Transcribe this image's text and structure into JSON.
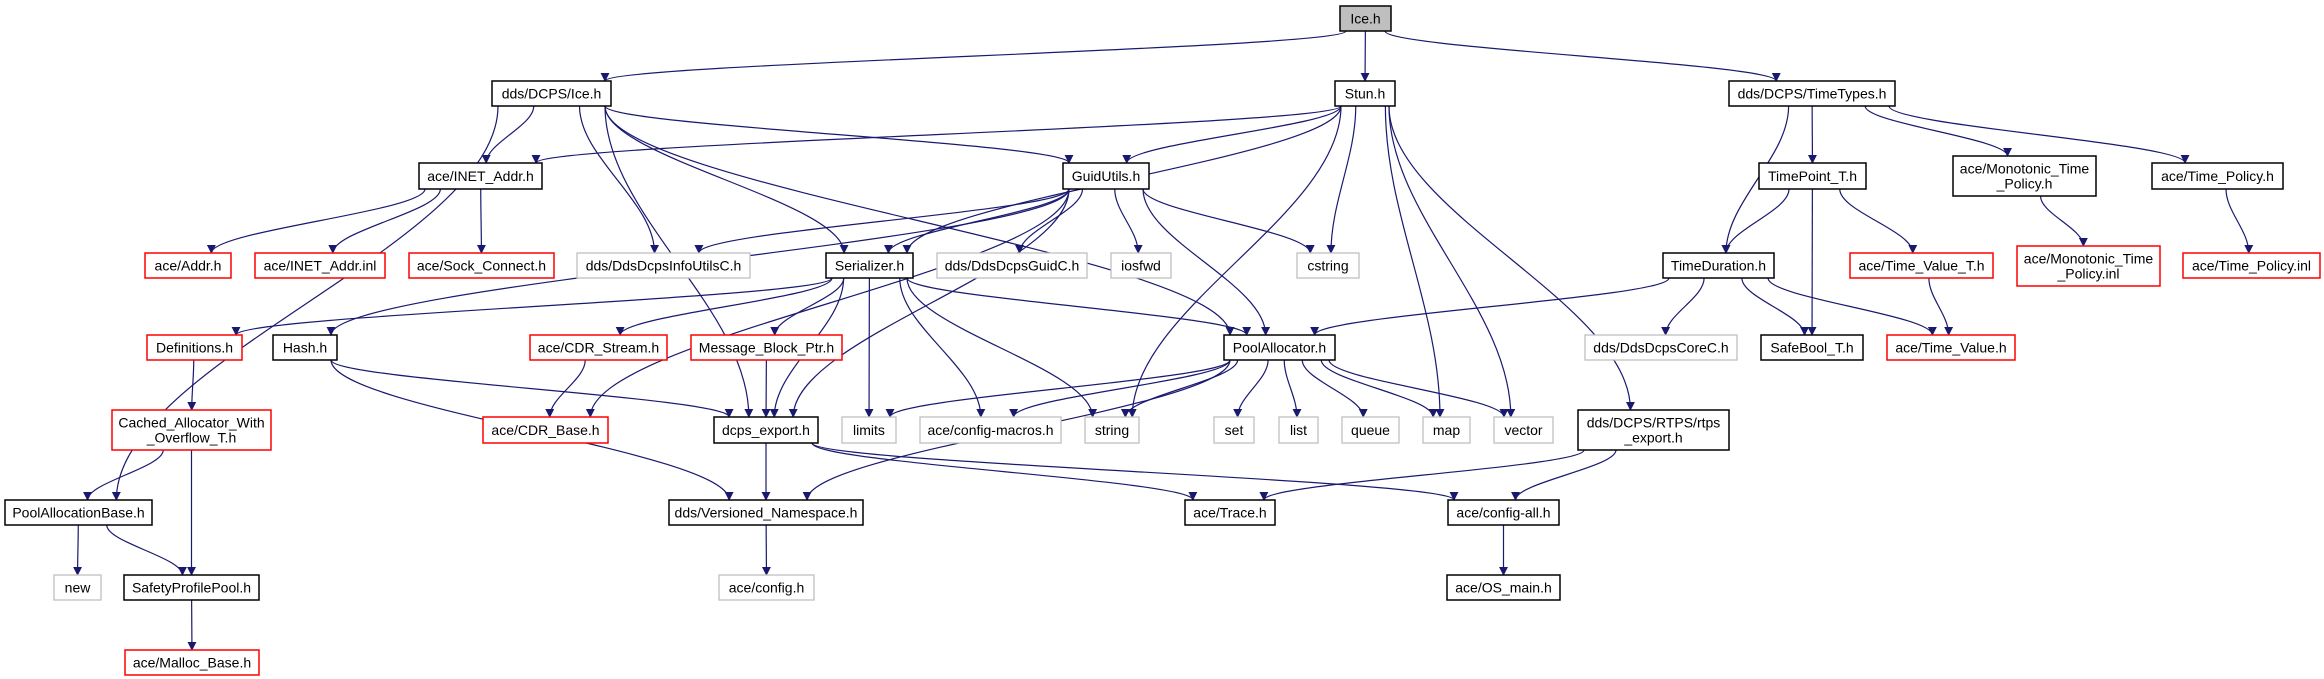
{
  "graph": {
    "colors": {
      "edge": "#191970",
      "documented_border": "#000000",
      "undocumented_border": "#ff0000",
      "external_border": "#bfbfbf",
      "root_fill": "#bfbfbf"
    },
    "nodes": [
      {
        "label": "Ice.h",
        "kind": "root"
      },
      {
        "label": "dds/DCPS/Ice.h",
        "kind": "documented"
      },
      {
        "label": "Stun.h",
        "kind": "documented"
      },
      {
        "label": "dds/DCPS/TimeTypes.h",
        "kind": "documented"
      },
      {
        "label": "ace/INET_Addr.h",
        "kind": "documented"
      },
      {
        "label": "GuidUtils.h",
        "kind": "documented"
      },
      {
        "label": "TimePoint_T.h",
        "kind": "documented"
      },
      {
        "label": "ace/Monotonic_Time\n_Policy.h",
        "kind": "documented"
      },
      {
        "label": "ace/Time_Policy.h",
        "kind": "documented"
      },
      {
        "label": "ace/Addr.h",
        "kind": "undocumented"
      },
      {
        "label": "ace/INET_Addr.inl",
        "kind": "undocumented"
      },
      {
        "label": "ace/Sock_Connect.h",
        "kind": "undocumented"
      },
      {
        "label": "dds/DdsDcpsInfoUtilsC.h",
        "kind": "external"
      },
      {
        "label": "Serializer.h",
        "kind": "documented"
      },
      {
        "label": "dds/DdsDcpsGuidC.h",
        "kind": "external"
      },
      {
        "label": "iosfwd",
        "kind": "external"
      },
      {
        "label": "cstring",
        "kind": "external"
      },
      {
        "label": "TimeDuration.h",
        "kind": "documented"
      },
      {
        "label": "ace/Time_Value_T.h",
        "kind": "undocumented"
      },
      {
        "label": "ace/Monotonic_Time\n_Policy.inl",
        "kind": "undocumented"
      },
      {
        "label": "ace/Time_Policy.inl",
        "kind": "undocumented"
      },
      {
        "label": "Definitions.h",
        "kind": "undocumented"
      },
      {
        "label": "Hash.h",
        "kind": "documented"
      },
      {
        "label": "ace/CDR_Stream.h",
        "kind": "undocumented"
      },
      {
        "label": "Message_Block_Ptr.h",
        "kind": "undocumented"
      },
      {
        "label": "PoolAllocator.h",
        "kind": "documented"
      },
      {
        "label": "dds/DdsDcpsCoreC.h",
        "kind": "external"
      },
      {
        "label": "SafeBool_T.h",
        "kind": "documented"
      },
      {
        "label": "ace/Time_Value.h",
        "kind": "undocumented"
      },
      {
        "label": "Cached_Allocator_With\n_Overflow_T.h",
        "kind": "undocumented"
      },
      {
        "label": "ace/CDR_Base.h",
        "kind": "undocumented"
      },
      {
        "label": "dcps_export.h",
        "kind": "documented"
      },
      {
        "label": "limits",
        "kind": "external"
      },
      {
        "label": "ace/config-macros.h",
        "kind": "external"
      },
      {
        "label": "string",
        "kind": "external"
      },
      {
        "label": "set",
        "kind": "external"
      },
      {
        "label": "list",
        "kind": "external"
      },
      {
        "label": "queue",
        "kind": "external"
      },
      {
        "label": "map",
        "kind": "external"
      },
      {
        "label": "vector",
        "kind": "external"
      },
      {
        "label": "dds/DCPS/RTPS/rtps\n_export.h",
        "kind": "documented"
      },
      {
        "label": "PoolAllocationBase.h",
        "kind": "documented"
      },
      {
        "label": "dds/Versioned_Namespace.h",
        "kind": "documented"
      },
      {
        "label": "ace/Trace.h",
        "kind": "documented"
      },
      {
        "label": "ace/config-all.h",
        "kind": "documented"
      },
      {
        "label": "new",
        "kind": "external"
      },
      {
        "label": "SafetyProfilePool.h",
        "kind": "documented"
      },
      {
        "label": "ace/config.h",
        "kind": "external"
      },
      {
        "label": "ace/OS_main.h",
        "kind": "documented"
      },
      {
        "label": "ace/Malloc_Base.h",
        "kind": "undocumented"
      }
    ],
    "edges": [
      [
        "Ice.h",
        "dds/DCPS/Ice.h"
      ],
      [
        "Ice.h",
        "Stun.h"
      ],
      [
        "Ice.h",
        "dds/DCPS/TimeTypes.h"
      ],
      [
        "dds/DCPS/Ice.h",
        "ace/INET_Addr.h"
      ],
      [
        "dds/DCPS/Ice.h",
        "dds/DdsDcpsInfoUtilsC.h"
      ],
      [
        "dds/DCPS/Ice.h",
        "Serializer.h"
      ],
      [
        "dds/DCPS/Ice.h",
        "GuidUtils.h"
      ],
      [
        "dds/DCPS/Ice.h",
        "PoolAllocator.h"
      ],
      [
        "dds/DCPS/Ice.h",
        "dcps_export.h"
      ],
      [
        "dds/DCPS/Ice.h",
        "PoolAllocationBase.h"
      ],
      [
        "Stun.h",
        "ace/INET_Addr.h"
      ],
      [
        "Stun.h",
        "GuidUtils.h"
      ],
      [
        "Stun.h",
        "Serializer.h"
      ],
      [
        "Stun.h",
        "cstring"
      ],
      [
        "Stun.h",
        "string"
      ],
      [
        "Stun.h",
        "map"
      ],
      [
        "Stun.h",
        "vector"
      ],
      [
        "Stun.h",
        "dds/DCPS/RTPS/rtps\n_export.h"
      ],
      [
        "ace/INET_Addr.h",
        "ace/Addr.h"
      ],
      [
        "ace/INET_Addr.h",
        "ace/INET_Addr.inl"
      ],
      [
        "ace/INET_Addr.h",
        "ace/Sock_Connect.h"
      ],
      [
        "GuidUtils.h",
        "Serializer.h"
      ],
      [
        "GuidUtils.h",
        "dds/DdsDcpsInfoUtilsC.h"
      ],
      [
        "GuidUtils.h",
        "dds/DdsDcpsGuidC.h"
      ],
      [
        "GuidUtils.h",
        "iosfwd"
      ],
      [
        "GuidUtils.h",
        "cstring"
      ],
      [
        "GuidUtils.h",
        "PoolAllocator.h"
      ],
      [
        "GuidUtils.h",
        "dcps_export.h"
      ],
      [
        "GuidUtils.h",
        "Hash.h"
      ],
      [
        "GuidUtils.h",
        "ace/CDR_Base.h"
      ],
      [
        "Serializer.h",
        "Definitions.h"
      ],
      [
        "Serializer.h",
        "ace/CDR_Stream.h"
      ],
      [
        "Serializer.h",
        "Message_Block_Ptr.h"
      ],
      [
        "Serializer.h",
        "dcps_export.h"
      ],
      [
        "Serializer.h",
        "limits"
      ],
      [
        "Serializer.h",
        "ace/config-macros.h"
      ],
      [
        "Serializer.h",
        "string"
      ],
      [
        "Serializer.h",
        "PoolAllocator.h"
      ],
      [
        "Hash.h",
        "dcps_export.h"
      ],
      [
        "Hash.h",
        "dds/Versioned_Namespace.h"
      ],
      [
        "Definitions.h",
        "Cached_Allocator_With\n_Overflow_T.h"
      ],
      [
        "Cached_Allocator_With\n_Overflow_T.h",
        "PoolAllocationBase.h"
      ],
      [
        "Cached_Allocator_With\n_Overflow_T.h",
        "SafetyProfilePool.h"
      ],
      [
        "PoolAllocationBase.h",
        "new"
      ],
      [
        "PoolAllocationBase.h",
        "SafetyProfilePool.h"
      ],
      [
        "SafetyProfilePool.h",
        "ace/Malloc_Base.h"
      ],
      [
        "ace/CDR_Stream.h",
        "ace/CDR_Base.h"
      ],
      [
        "Message_Block_Ptr.h",
        "dcps_export.h"
      ],
      [
        "dcps_export.h",
        "dds/Versioned_Namespace.h"
      ],
      [
        "dcps_export.h",
        "ace/Trace.h"
      ],
      [
        "dcps_export.h",
        "ace/config-all.h"
      ],
      [
        "dds/Versioned_Namespace.h",
        "ace/config.h"
      ],
      [
        "PoolAllocator.h",
        "limits"
      ],
      [
        "PoolAllocator.h",
        "ace/config-macros.h"
      ],
      [
        "PoolAllocator.h",
        "string"
      ],
      [
        "PoolAllocator.h",
        "set"
      ],
      [
        "PoolAllocator.h",
        "list"
      ],
      [
        "PoolAllocator.h",
        "queue"
      ],
      [
        "PoolAllocator.h",
        "map"
      ],
      [
        "PoolAllocator.h",
        "vector"
      ],
      [
        "PoolAllocator.h",
        "dds/Versioned_Namespace.h"
      ],
      [
        "dds/DCPS/RTPS/rtps\n_export.h",
        "ace/Trace.h"
      ],
      [
        "dds/DCPS/RTPS/rtps\n_export.h",
        "ace/config-all.h"
      ],
      [
        "ace/config-all.h",
        "ace/OS_main.h"
      ],
      [
        "dds/DCPS/TimeTypes.h",
        "TimeDuration.h"
      ],
      [
        "dds/DCPS/TimeTypes.h",
        "TimePoint_T.h"
      ],
      [
        "dds/DCPS/TimeTypes.h",
        "ace/Monotonic_Time\n_Policy.h"
      ],
      [
        "dds/DCPS/TimeTypes.h",
        "ace/Time_Policy.h"
      ],
      [
        "TimePoint_T.h",
        "TimeDuration.h"
      ],
      [
        "TimePoint_T.h",
        "SafeBool_T.h"
      ],
      [
        "TimePoint_T.h",
        "ace/Time_Value_T.h"
      ],
      [
        "TimeDuration.h",
        "PoolAllocator.h"
      ],
      [
        "TimeDuration.h",
        "dds/DdsDcpsCoreC.h"
      ],
      [
        "TimeDuration.h",
        "SafeBool_T.h"
      ],
      [
        "TimeDuration.h",
        "ace/Time_Value.h"
      ],
      [
        "ace/Time_Value_T.h",
        "ace/Time_Value.h"
      ],
      [
        "ace/Monotonic_Time\n_Policy.h",
        "ace/Monotonic_Time\n_Policy.inl"
      ],
      [
        "ace/Time_Policy.h",
        "ace/Time_Policy.inl"
      ]
    ]
  }
}
